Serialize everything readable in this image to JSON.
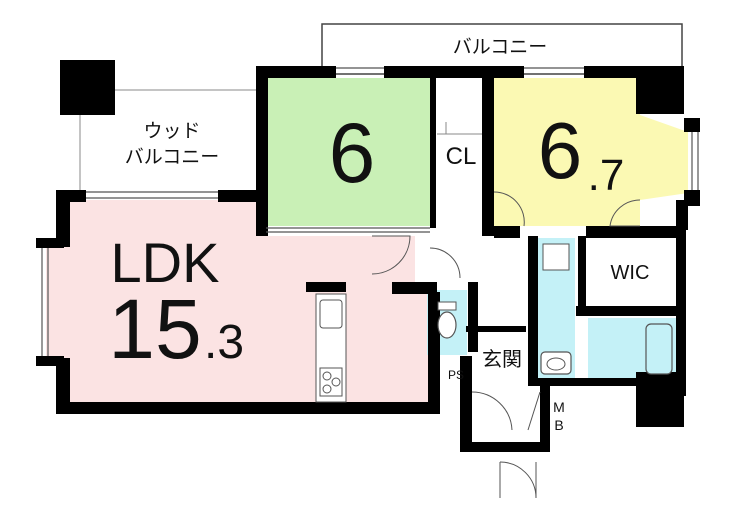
{
  "rooms": {
    "balcony_top": {
      "label": "バルコニー",
      "fill": "#ffffff"
    },
    "wood_balcony": {
      "label_line1": "ウッド",
      "label_line2": "バルコニー",
      "fill": "#ffffff"
    },
    "room6": {
      "size": "6",
      "fill": "#c9f0b6"
    },
    "closet": {
      "label": "CL"
    },
    "room67": {
      "size_major": "6",
      "size_minor": ".7",
      "fill": "#fbf9b3"
    },
    "ldk": {
      "label": "LDK",
      "size_major": "15",
      "size_minor": ".3",
      "fill": "#fbe3e3"
    },
    "wic": {
      "label": "WIC"
    },
    "entrance": {
      "label": "玄関"
    },
    "ps": {
      "label": "PS"
    },
    "mb": {
      "label_line1": "M",
      "label_line2": "B"
    },
    "wet": {
      "fill": "#c4f1f7"
    }
  },
  "colors": {
    "wall": "#000000",
    "line": "#555555"
  }
}
